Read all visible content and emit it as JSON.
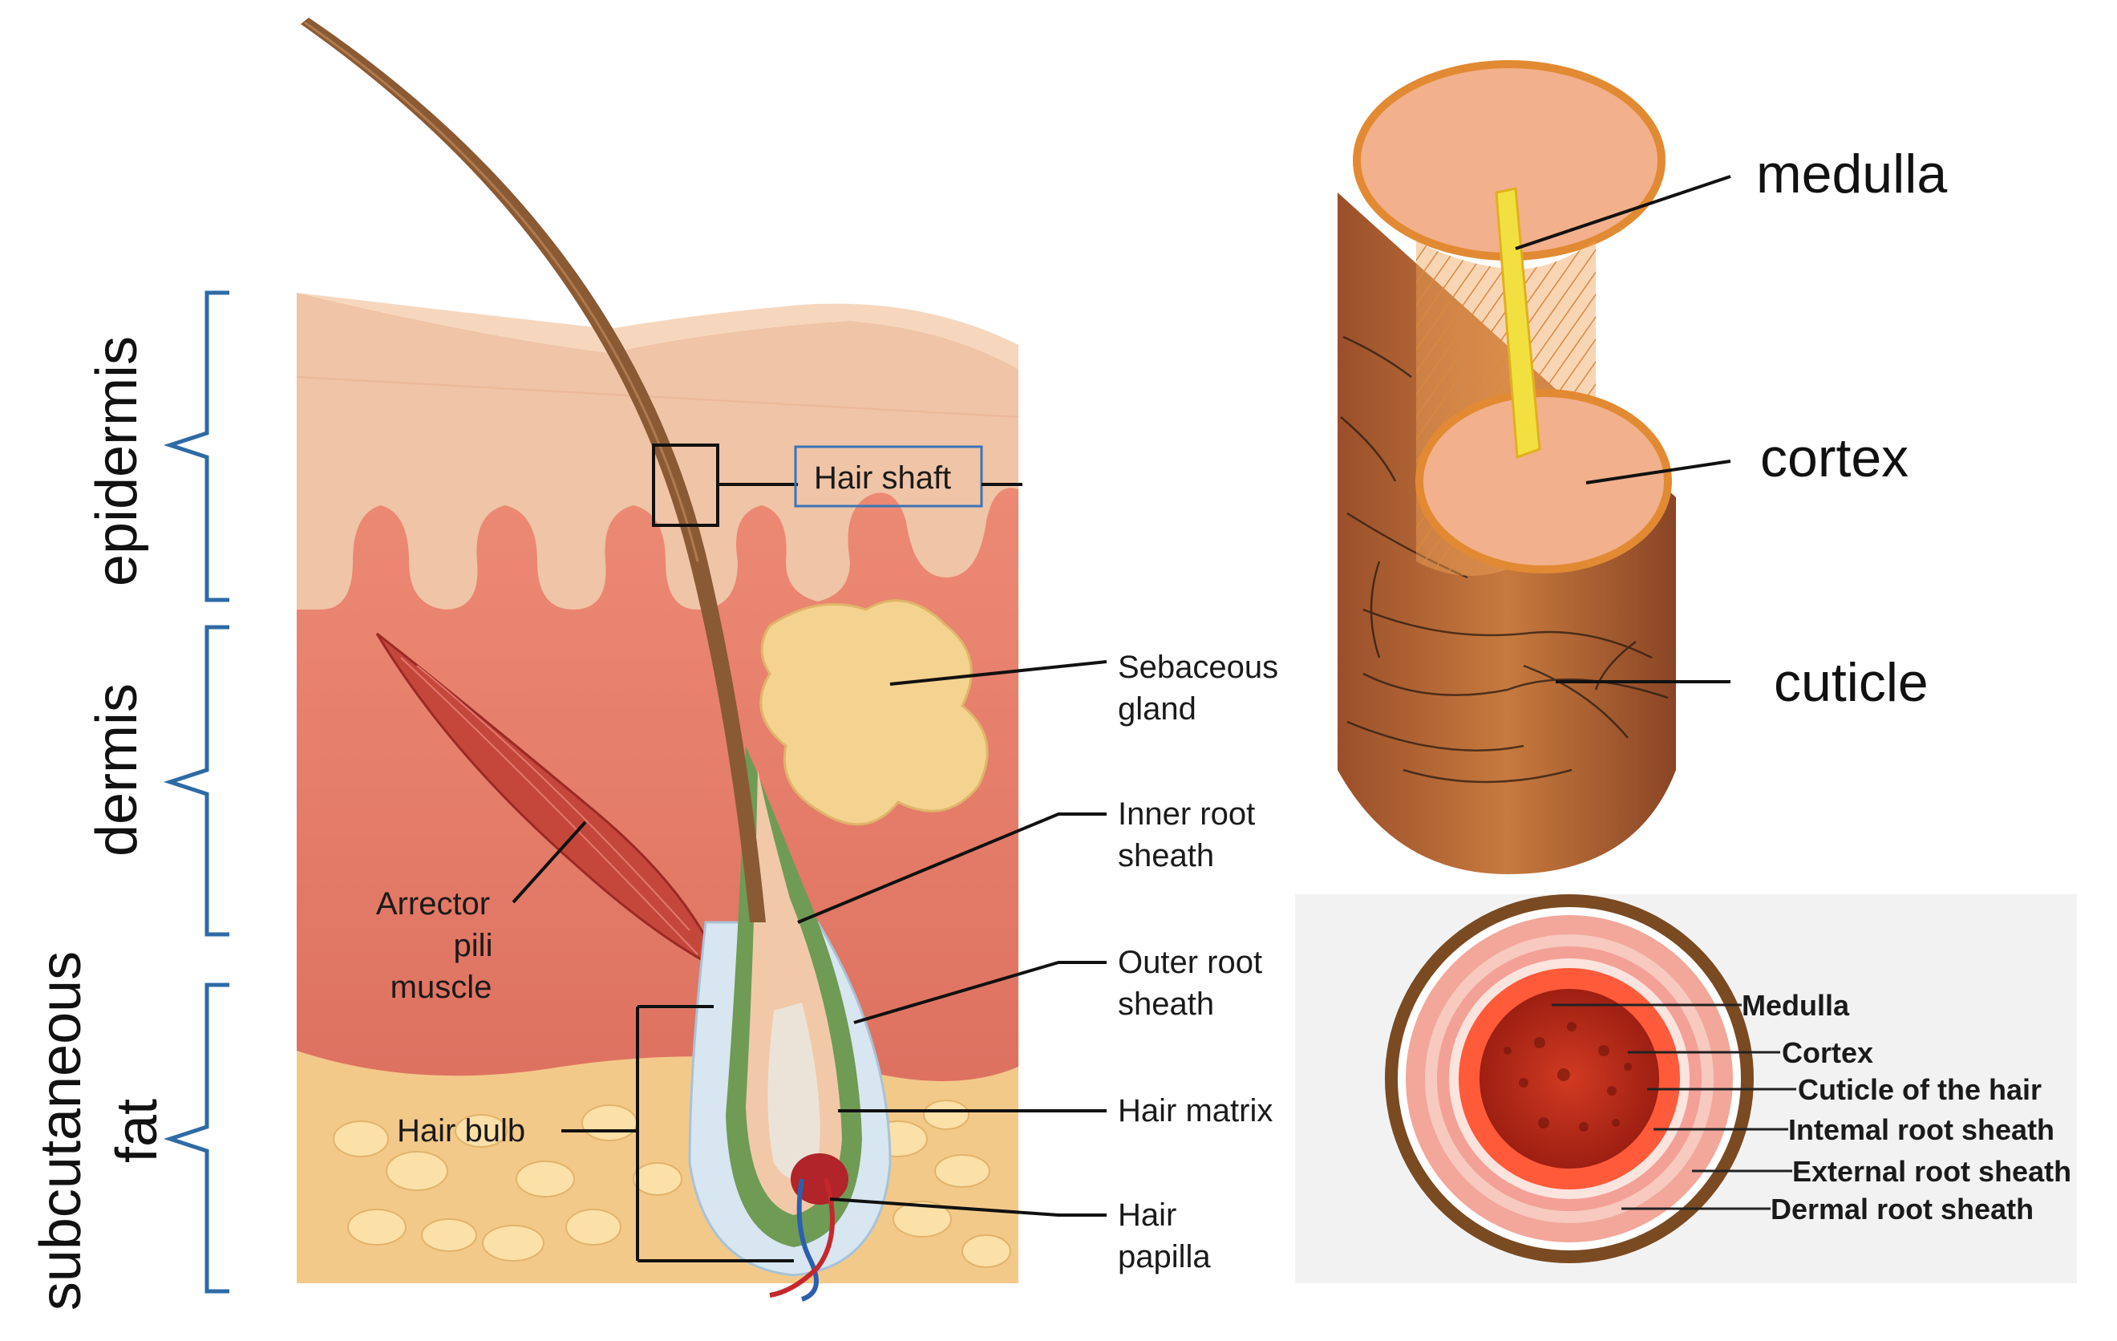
{
  "layers": {
    "epidermis": "epidermis",
    "dermis": "dermis",
    "subcutaneous_line1": "subcutaneous",
    "subcutaneous_line2": "fat"
  },
  "follicle_labels": {
    "hair_shaft": "Hair shaft",
    "sebaceous_1": "Sebaceous",
    "sebaceous_2": "gland",
    "inner_root_1": "Inner root",
    "inner_root_2": "sheath",
    "outer_root_1": "Outer root",
    "outer_root_2": "sheath",
    "hair_matrix": "Hair matrix",
    "hair_papilla_1": "Hair",
    "hair_papilla_2": "papilla",
    "arrector_1": "Arrector",
    "arrector_2": "pili",
    "arrector_3": "muscle",
    "hair_bulb": "Hair bulb"
  },
  "strand_labels": {
    "medulla": "medulla",
    "cortex": "cortex",
    "cuticle": "cuticle"
  },
  "cross_section_labels": {
    "medulla": "Medulla",
    "cortex": "Cortex",
    "cuticle": "Cuticle of the hair",
    "internal": "Intemal root sheath",
    "external": "External root sheath",
    "dermal": "Dermal root sheath"
  },
  "colors": {
    "bracket": "#2e6aa6",
    "epidermis": "#f0c4a6",
    "dermis": "#e8806c",
    "fat": "#f6d59a",
    "hair": "#8a5a34"
  }
}
